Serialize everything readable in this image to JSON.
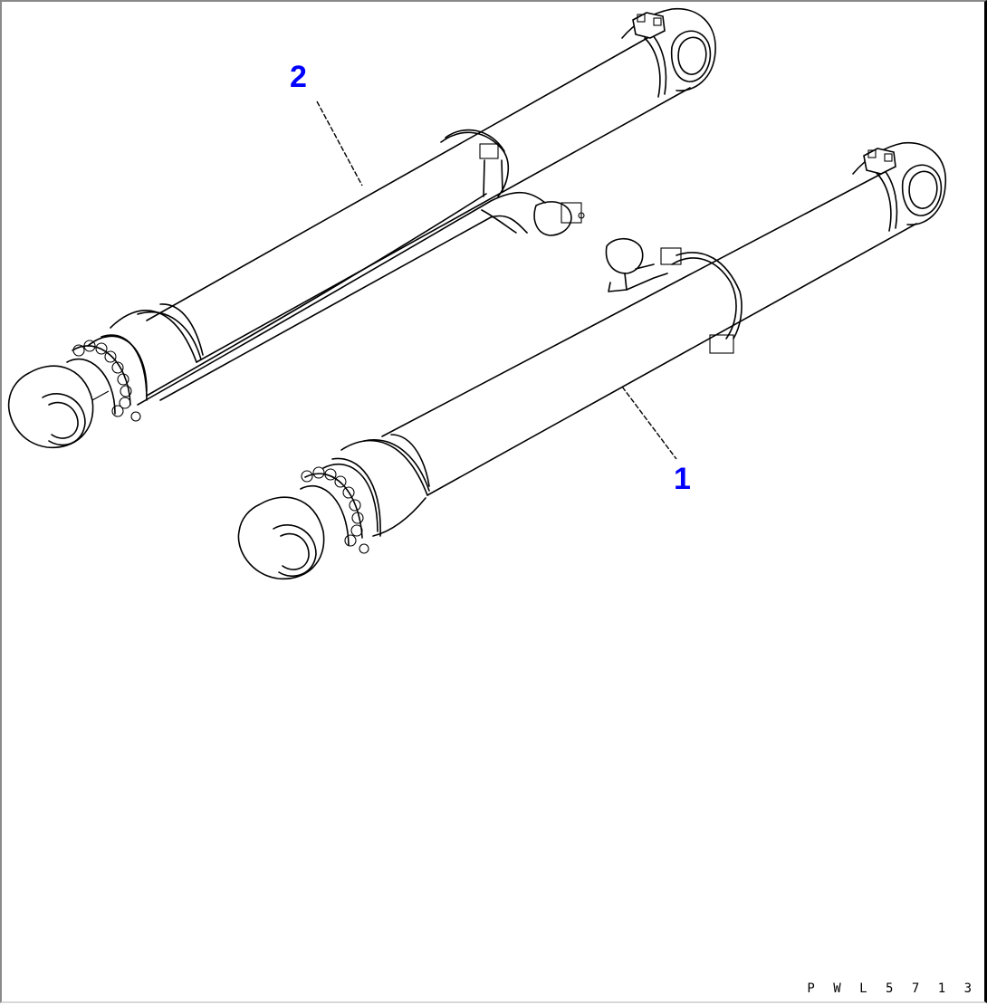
{
  "figure": {
    "type": "parts-catalog-illustration",
    "code": "P W L 5 7 1 3",
    "background": "#ffffff",
    "line_color": "#000000",
    "callout_color": "#0000ff"
  },
  "callouts": [
    {
      "id": "1",
      "label": "1",
      "part": "hydraulic cylinder (lower, with clamp and fitting)"
    },
    {
      "id": "2",
      "label": "2",
      "part": "hydraulic cylinder (upper, with hose/pipe)"
    }
  ]
}
